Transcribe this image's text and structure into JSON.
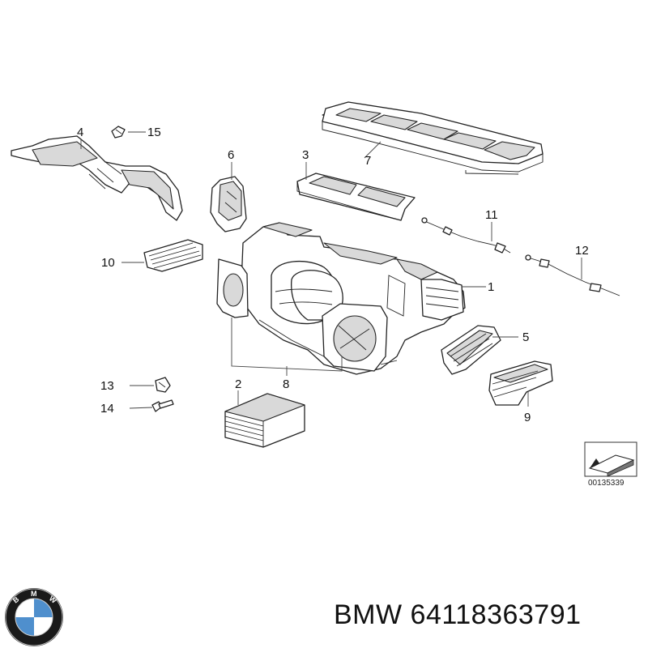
{
  "callouts": {
    "c1": "1",
    "c2": "2",
    "c3": "3",
    "c4": "4",
    "c5": "5",
    "c6": "6",
    "c7": "7",
    "c8": "8",
    "c9": "9",
    "c10": "10",
    "c11": "11",
    "c12": "12",
    "c13": "13",
    "c14": "14",
    "c15": "15"
  },
  "reference_number": "00135339",
  "caption": {
    "brand": "BMW",
    "part_number": "64118363791"
  },
  "logo": {
    "icon": "bmw-roundel-icon",
    "letters": "BMW",
    "colors": {
      "blue": "#4f8fcd",
      "white": "#ffffff",
      "ring": "#1a1a1a"
    }
  }
}
